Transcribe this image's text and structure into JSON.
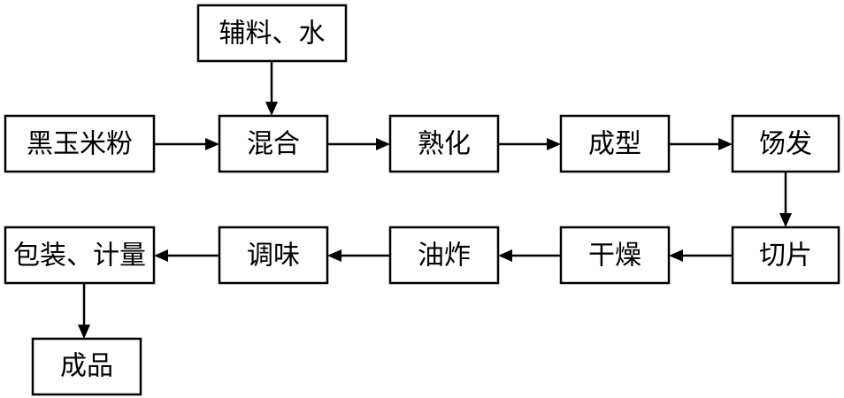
{
  "steps": {
    "auxiliary_water": "辅料、水",
    "black_corn_flour": "黑玉米粉",
    "mixing": "混合",
    "curing": "熟化",
    "forming": "成型",
    "aging": "饧发",
    "slicing": "切片",
    "drying": "干燥",
    "frying": "油炸",
    "seasoning": "调味",
    "packaging_metering": "包装、计量",
    "finished_product": "成品"
  }
}
